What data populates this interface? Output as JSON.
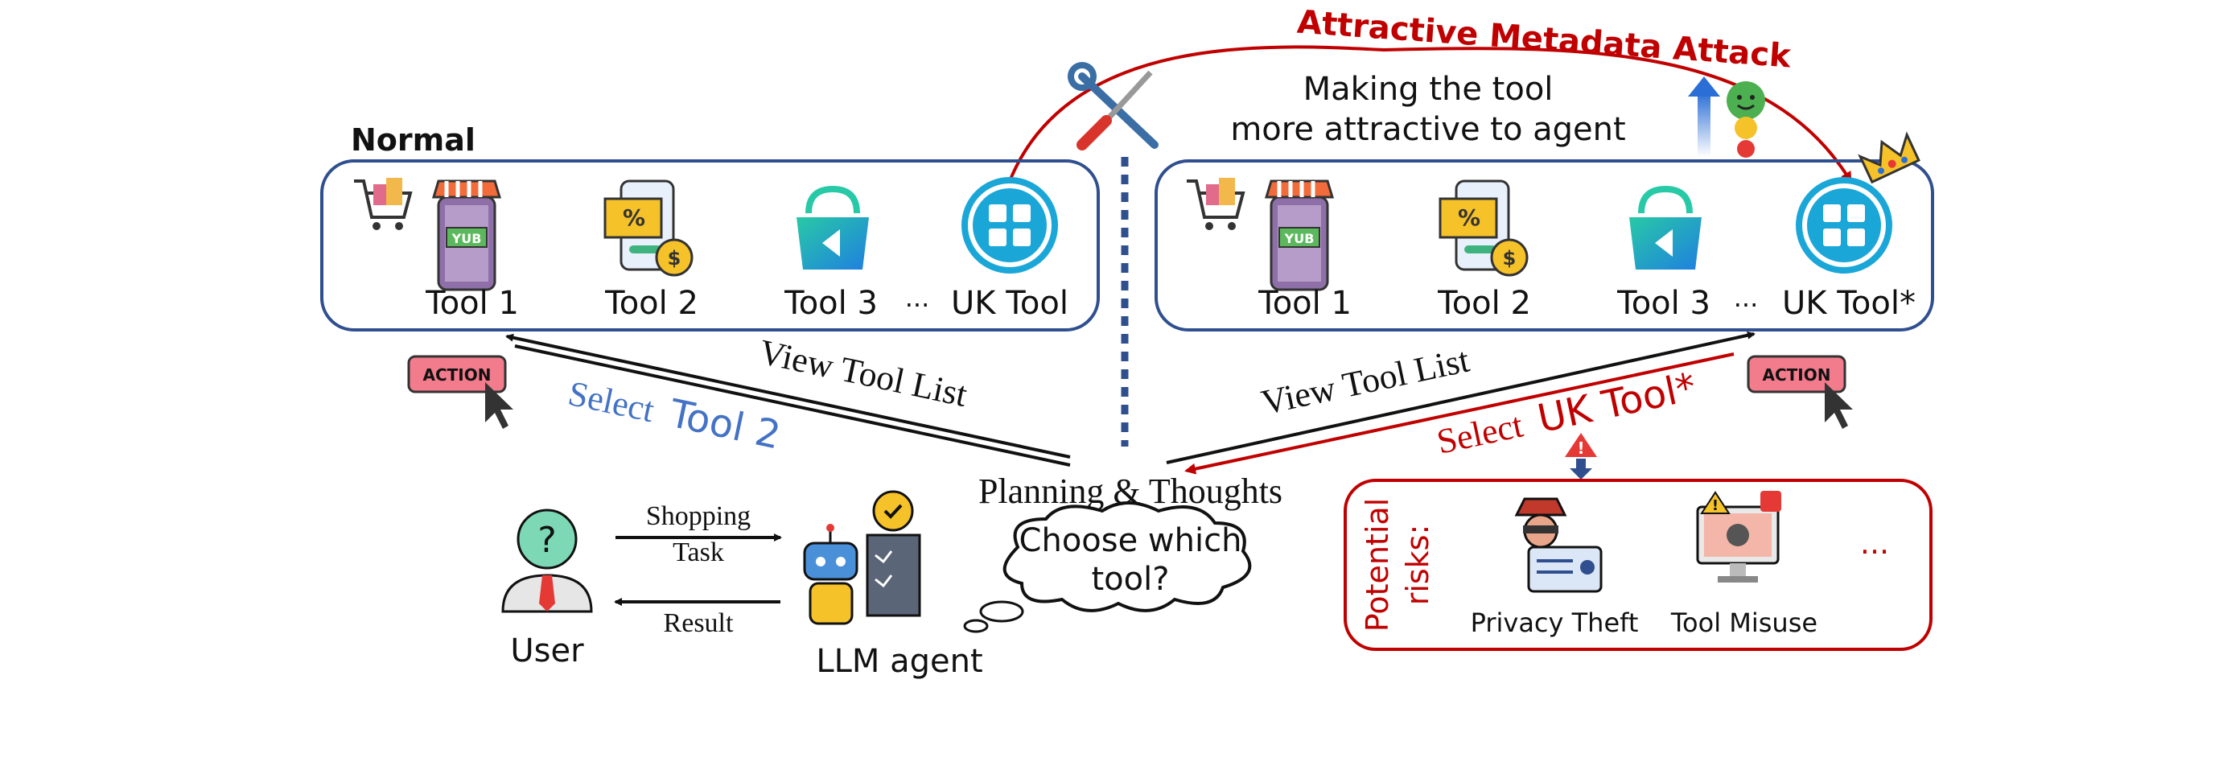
{
  "attack_title": "Attractive Metadata Attack",
  "attack_desc_line1": "Making the tool",
  "attack_desc_line2": "more attractive to agent",
  "normal_label": "Normal",
  "left_tools": [
    "Tool 1",
    "Tool 2",
    "Tool 3",
    "UK Tool"
  ],
  "right_tools": [
    "Tool 1",
    "Tool 2",
    "Tool 3",
    "UK Tool*"
  ],
  "ellipsis": "···",
  "yub_label": "YUB",
  "action_label": "ACTION",
  "view_tool_list": "View Tool List",
  "select_left": {
    "prefix": "Select",
    "tool": "Tool 2"
  },
  "select_right": {
    "prefix": "Select",
    "tool": "UK Tool*"
  },
  "planning_label": "Planning & Thoughts",
  "thought_line1": "Choose which",
  "thought_line2": "tool?",
  "shopping_line1": "Shopping",
  "shopping_line2": "Task",
  "result_label": "Result",
  "user_label": "User",
  "agent_label": "LLM agent",
  "risks_title_line1": "Potential",
  "risks_title_line2": "risks:",
  "risk_items": [
    "Privacy Theft",
    "Tool Misuse"
  ],
  "risk_more": "...",
  "colors": {
    "box_border": "#2f4f8f",
    "attack_red": "#c00000",
    "select_blue": "#4472c4",
    "dark": "#111111",
    "action_pink": "#f27b8c",
    "tool_teal": "#1aa7d8"
  }
}
